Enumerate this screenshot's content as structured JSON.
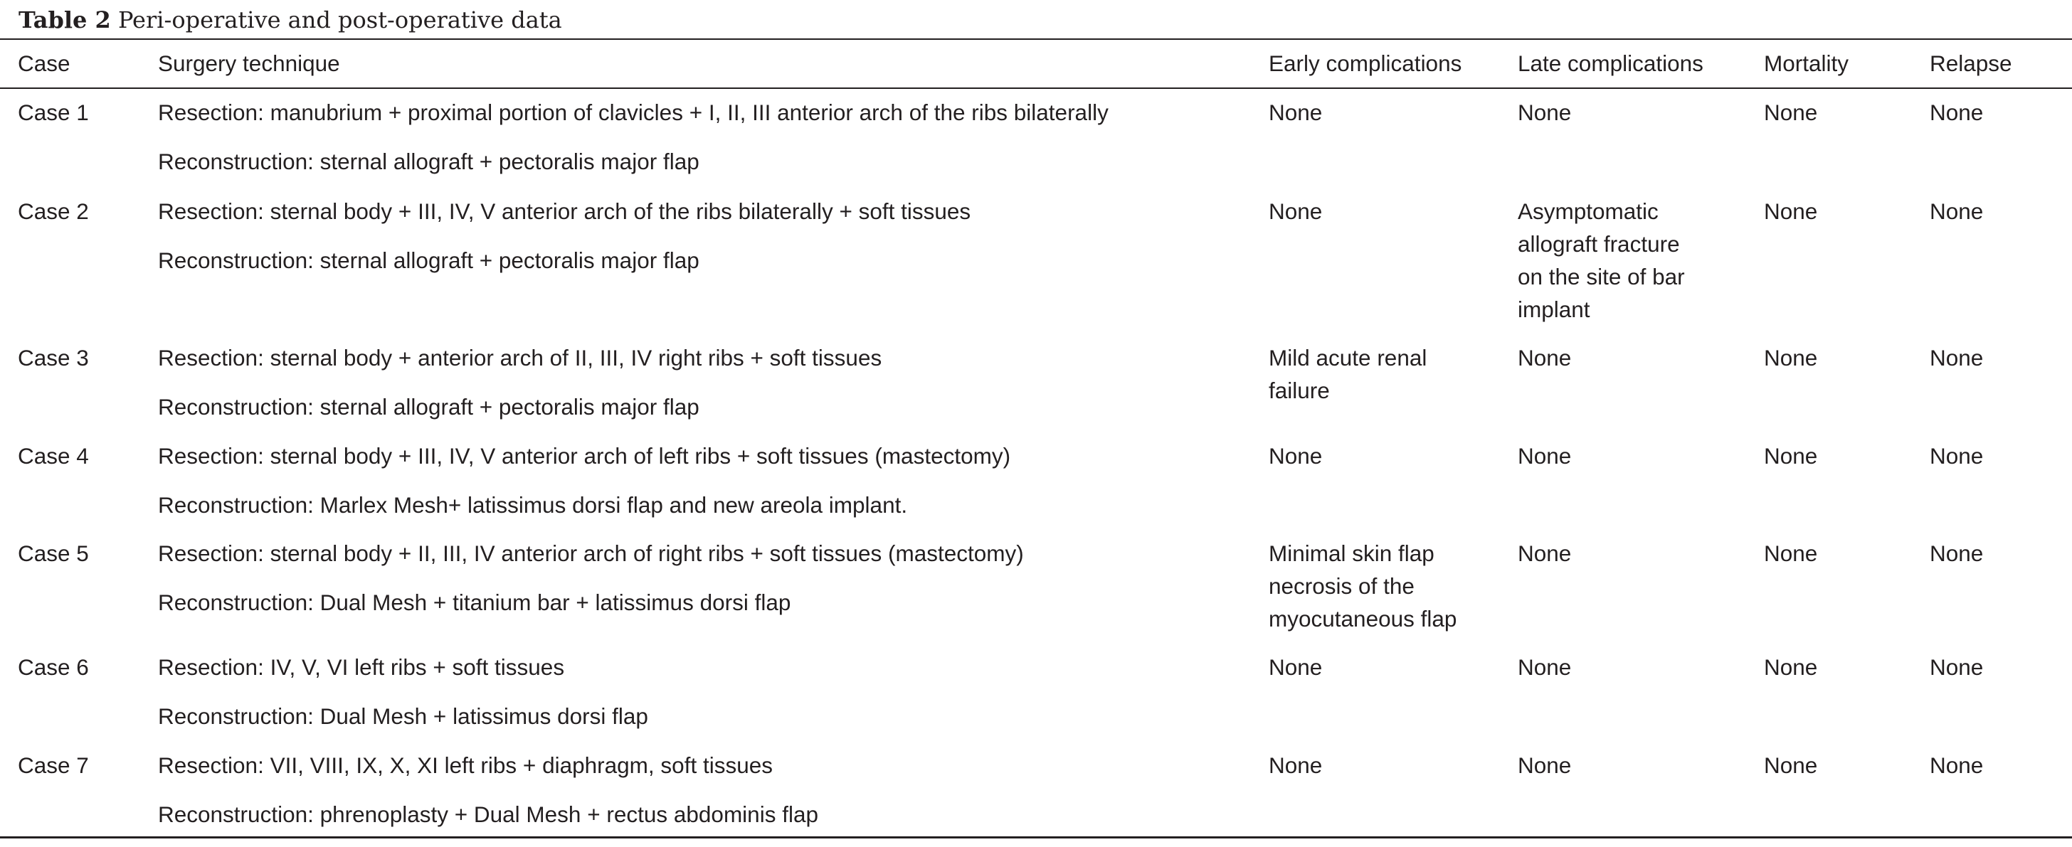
{
  "caption": {
    "label": "Table 2",
    "title": "Peri-operative and post-operative data"
  },
  "headers": {
    "case": "Case",
    "technique": "Surgery technique",
    "early": "Early complications",
    "late": "Late complications",
    "mortality": "Mortality",
    "relapse": "Relapse"
  },
  "rows": [
    {
      "case": "Case 1",
      "resection": "Resection: manubrium + proximal portion of clavicles + I, II, III anterior arch of the ribs bilaterally",
      "reconstruction": "Reconstruction: sternal allograft + pectoralis major flap",
      "early": "None",
      "late": "None",
      "mortality": "None",
      "relapse": "None"
    },
    {
      "case": "Case 2",
      "resection": "Resection: sternal body + III, IV, V anterior arch of the ribs bilaterally + soft tissues",
      "reconstruction": "Reconstruction: sternal allograft + pectoralis major flap",
      "early": "None",
      "late": "Asymptomatic\nallograft fracture\non the site of bar\nimplant",
      "mortality": "None",
      "relapse": "None"
    },
    {
      "case": "Case 3",
      "resection": "Resection: sternal body + anterior arch of II, III, IV right ribs + soft tissues",
      "reconstruction": "Reconstruction: sternal allograft + pectoralis major flap",
      "early": "Mild acute renal\nfailure",
      "late": "None",
      "mortality": "None",
      "relapse": "None"
    },
    {
      "case": "Case 4",
      "resection": "Resection: sternal body + III, IV, V anterior arch of left ribs + soft tissues (mastectomy)",
      "reconstruction": "Reconstruction: Marlex Mesh+ latissimus dorsi flap and new areola implant.",
      "early": "None",
      "late": "None",
      "mortality": "None",
      "relapse": "None"
    },
    {
      "case": "Case 5",
      "resection": "Resection: sternal body + II, III, IV anterior arch of right ribs + soft tissues (mastectomy)",
      "reconstruction": "Reconstruction: Dual Mesh + titanium bar + latissimus dorsi flap",
      "early": "Minimal skin flap\nnecrosis of the\nmyocutaneous flap",
      "late": "None",
      "mortality": "None",
      "relapse": "None"
    },
    {
      "case": "Case 6",
      "resection": "Resection: IV, V, VI left ribs + soft tissues",
      "reconstruction": "Reconstruction: Dual Mesh + latissimus dorsi flap",
      "early": "None",
      "late": "None",
      "mortality": "None",
      "relapse": "None"
    },
    {
      "case": "Case 7",
      "resection": "Resection: VII, VIII, IX, X, XI left ribs + diaphragm, soft tissues",
      "reconstruction": "Reconstruction: phrenoplasty + Dual Mesh + rectus abdominis flap",
      "early": "None",
      "late": "None",
      "mortality": "None",
      "relapse": "None"
    }
  ]
}
